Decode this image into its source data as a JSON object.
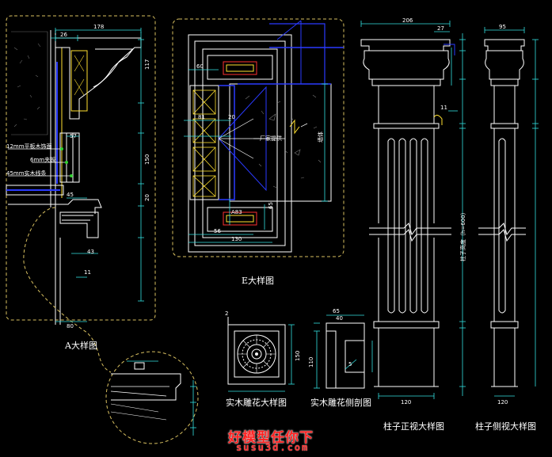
{
  "titles": {
    "a": "A大样图",
    "e": "E大样图",
    "carving": "实木雕花大样图",
    "carving_section": "实木雕花侧剖图",
    "front": "柱子正视大样图",
    "side": "柱子侧视大样图"
  },
  "notes": {
    "a1": "12mm平板木饰面",
    "a2": "6mm夹板",
    "a3": "45mm实木线条",
    "e1": "厂家提供",
    "e2": "墙体",
    "col_h": "柱子高度（h=600）"
  },
  "dims": {
    "a_top": "178",
    "a_26": "26",
    "a_57": "57",
    "a_45": "45",
    "a_43": "43",
    "a_11": "11",
    "a_80": "80",
    "a_r1": "117",
    "a_r2": "150",
    "a_r3": "20",
    "e_60": "60",
    "e_81": "81",
    "e_20": "20",
    "e_h": "A83",
    "e_65": "65",
    "e_56": "56",
    "e_130": "130",
    "c_206": "206",
    "c_27": "27",
    "c_11": "11",
    "c_120": "120",
    "s_95": "95",
    "s_120": "120",
    "k_150": "150",
    "k_2": "2",
    "k_65": "65",
    "k_40": "40",
    "k_110": "110",
    "k_5": "5"
  },
  "colors": {
    "frame": "#d8c060",
    "line": "#ffffff",
    "dim": "#33e0e0",
    "blue": "#2a3aff",
    "green": "#30d030",
    "yellow": "#ffe030",
    "red": "#ff3030"
  },
  "watermark": {
    "name": "好模型任你下",
    "url": "susu3d.com"
  }
}
